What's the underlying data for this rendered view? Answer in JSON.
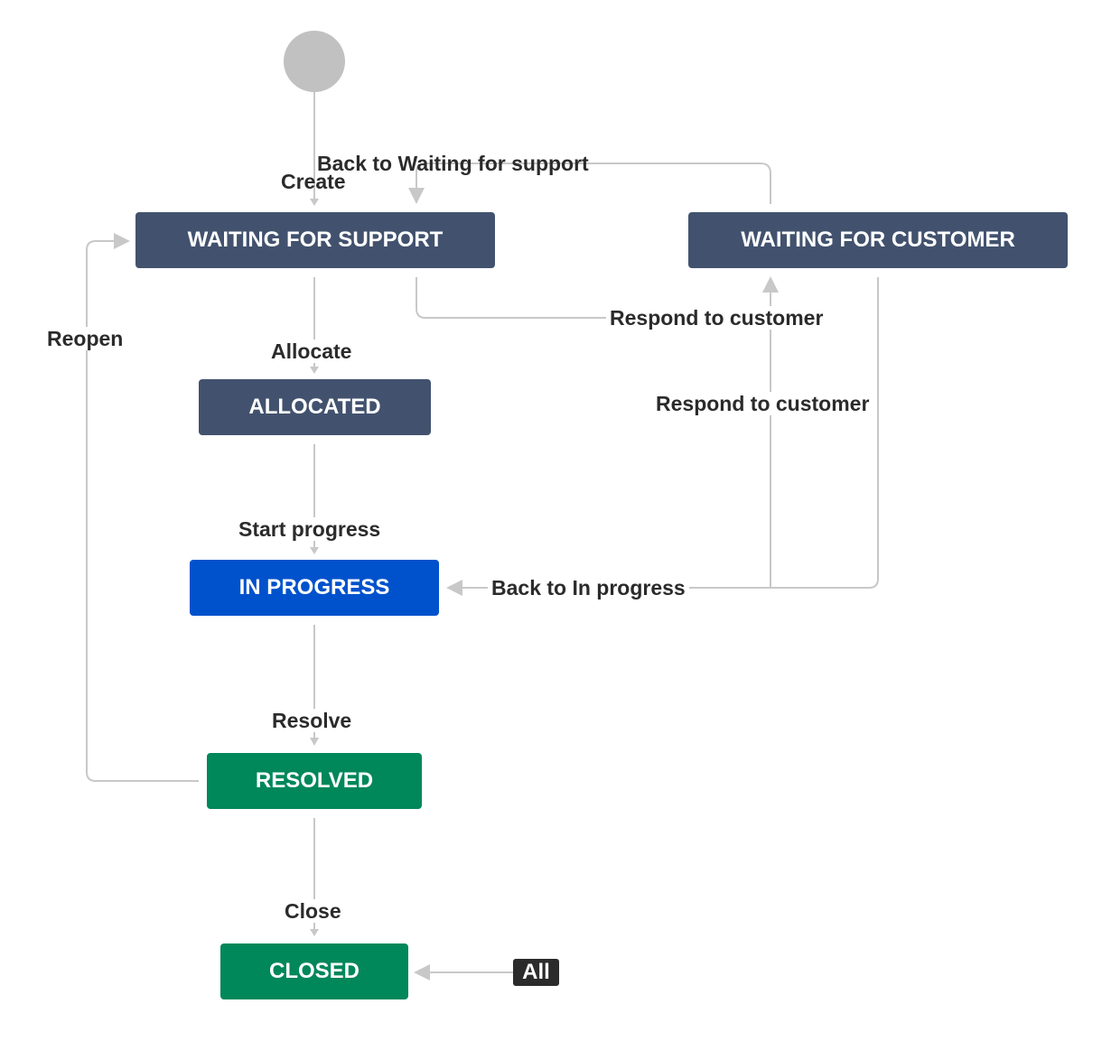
{
  "statuses": {
    "waiting_for_support": "WAITING FOR SUPPORT",
    "waiting_for_customer": "WAITING FOR CUSTOMER",
    "allocated": "ALLOCATED",
    "in_progress": "IN PROGRESS",
    "resolved": "RESOLVED",
    "closed": "CLOSED"
  },
  "transitions": {
    "create": "Create",
    "back_to_waiting_for_support": "Back to Waiting for support",
    "respond_to_customer_top": "Respond to customer",
    "respond_to_customer_middle": "Respond to customer",
    "allocate": "Allocate",
    "reopen": "Reopen",
    "start_progress": "Start progress",
    "back_to_in_progress": "Back to In progress",
    "resolve": "Resolve",
    "close": "Close"
  },
  "global_transition": {
    "label": "All"
  },
  "colors": {
    "todo": "#42526e",
    "in_progress": "#0052cc",
    "done": "#00875a",
    "start_node": "#c1c1c1",
    "edge": "#c8c8c8",
    "label_text": "#2b2b2b"
  }
}
